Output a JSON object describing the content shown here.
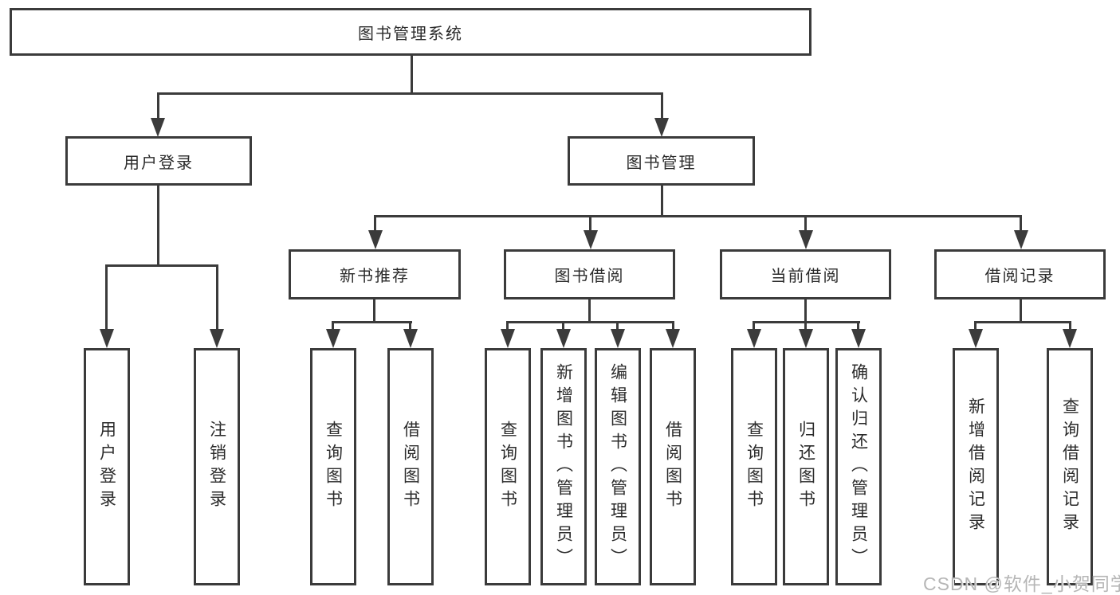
{
  "colors": {
    "line": "#3b3b3b",
    "text": "#2b2b2b",
    "background": "#ffffff",
    "watermark": "#b6b6b6"
  },
  "nodes": {
    "root": "图书管理系统",
    "user_login": "用户登录",
    "book_mgmt": "图书管理",
    "new_book_rec": "新书推荐",
    "book_borrow": "图书借阅",
    "current_borrow": "当前借阅",
    "borrow_record": "借阅记录",
    "leaf_user_login": "用户登录",
    "leaf_logout": "注销登录",
    "leaf_query_book_1": "查询图书",
    "leaf_borrow_book_1": "借阅图书",
    "leaf_query_book_2": "查询图书",
    "leaf_add_book": "新增图书（管理员）",
    "leaf_edit_book": "编辑图书（管理员）",
    "leaf_borrow_book_2": "借阅图书",
    "leaf_query_book_3": "查询图书",
    "leaf_return_book": "归还图书",
    "leaf_confirm_return": "确认归还（管理员）",
    "leaf_add_record": "新增借阅记录",
    "leaf_query_record": "查询借阅记录"
  },
  "watermark": "CSDN @软件_小贺同学"
}
